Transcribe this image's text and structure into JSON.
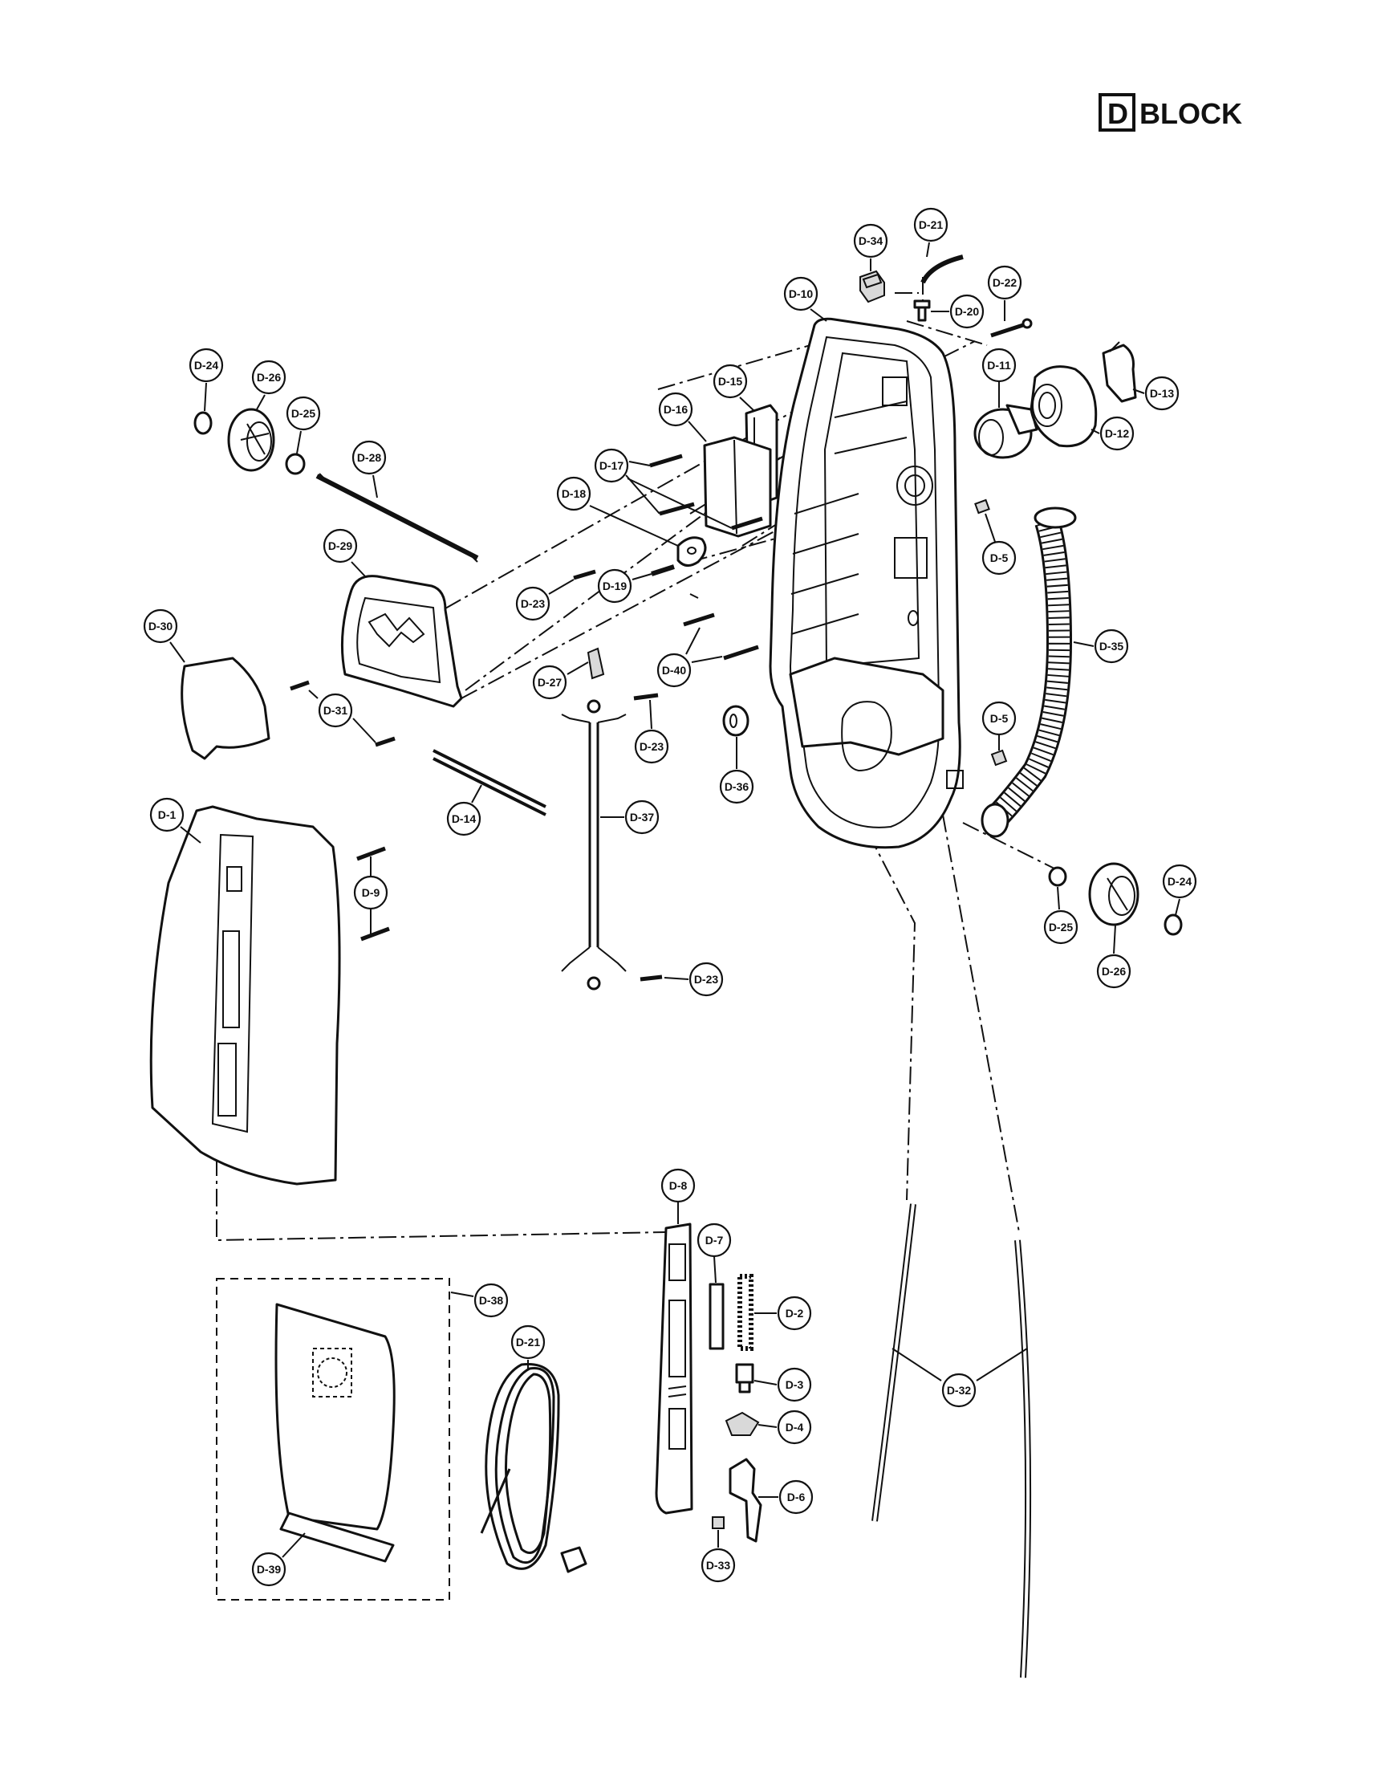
{
  "header": {
    "block_letter": "D",
    "block_word": "BLOCK"
  },
  "parts": [
    {
      "id": "D-1",
      "label": "D-1"
    },
    {
      "id": "D-2",
      "label": "D-2"
    },
    {
      "id": "D-3",
      "label": "D-3"
    },
    {
      "id": "D-4",
      "label": "D-4"
    },
    {
      "id": "D-5a",
      "label": "D-5"
    },
    {
      "id": "D-5b",
      "label": "D-5"
    },
    {
      "id": "D-6",
      "label": "D-6"
    },
    {
      "id": "D-7",
      "label": "D-7"
    },
    {
      "id": "D-8",
      "label": "D-8"
    },
    {
      "id": "D-9",
      "label": "D-9"
    },
    {
      "id": "D-10",
      "label": "D-10"
    },
    {
      "id": "D-11",
      "label": "D-11"
    },
    {
      "id": "D-12",
      "label": "D-12"
    },
    {
      "id": "D-13",
      "label": "D-13"
    },
    {
      "id": "D-14",
      "label": "D-14"
    },
    {
      "id": "D-15",
      "label": "D-15"
    },
    {
      "id": "D-16",
      "label": "D-16"
    },
    {
      "id": "D-17",
      "label": "D-17"
    },
    {
      "id": "D-18",
      "label": "D-18"
    },
    {
      "id": "D-19",
      "label": "D-19"
    },
    {
      "id": "D-20",
      "label": "D-20"
    },
    {
      "id": "D-21a",
      "label": "D-21"
    },
    {
      "id": "D-21b",
      "label": "D-21"
    },
    {
      "id": "D-22",
      "label": "D-22"
    },
    {
      "id": "D-23a",
      "label": "D-23"
    },
    {
      "id": "D-23b",
      "label": "D-23"
    },
    {
      "id": "D-23c",
      "label": "D-23"
    },
    {
      "id": "D-24a",
      "label": "D-24"
    },
    {
      "id": "D-24b",
      "label": "D-24"
    },
    {
      "id": "D-25a",
      "label": "D-25"
    },
    {
      "id": "D-25b",
      "label": "D-25"
    },
    {
      "id": "D-26a",
      "label": "D-26"
    },
    {
      "id": "D-26b",
      "label": "D-26"
    },
    {
      "id": "D-27",
      "label": "D-27"
    },
    {
      "id": "D-28",
      "label": "D-28"
    },
    {
      "id": "D-29",
      "label": "D-29"
    },
    {
      "id": "D-30",
      "label": "D-30"
    },
    {
      "id": "D-31",
      "label": "D-31"
    },
    {
      "id": "D-32",
      "label": "D-32"
    },
    {
      "id": "D-33",
      "label": "D-33"
    },
    {
      "id": "D-34",
      "label": "D-34"
    },
    {
      "id": "D-35",
      "label": "D-35"
    },
    {
      "id": "D-36",
      "label": "D-36"
    },
    {
      "id": "D-37",
      "label": "D-37"
    },
    {
      "id": "D-38",
      "label": "D-38"
    },
    {
      "id": "D-39",
      "label": "D-39"
    },
    {
      "id": "D-40",
      "label": "D-40"
    }
  ]
}
